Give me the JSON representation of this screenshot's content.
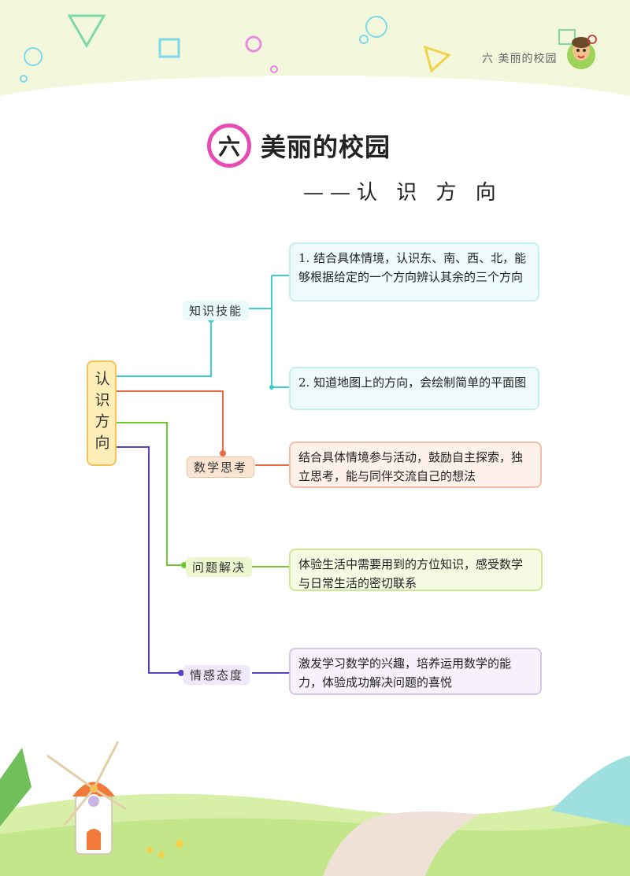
{
  "header": {
    "chapter_label": "六  美丽的校园"
  },
  "title": {
    "number": "六",
    "text": "美丽的校园",
    "subtitle": "——认 识 方 向"
  },
  "mindmap": {
    "root": "认识方向",
    "branches": [
      {
        "label": "知识技能",
        "color": "#3ecfcf",
        "items": [
          "1. 结合具体情境，认识东、南、西、北，能够根据给定的一个方向辨认其余的三个方向",
          "2. 知道地图上的方向，会绘制简单的平面图"
        ]
      },
      {
        "label": "数学思考",
        "color": "#e86b45",
        "items": [
          "结合具体情境参与活动，鼓励自主探索，独立思考，能与同伴交流自己的想法"
        ]
      },
      {
        "label": "问题解决",
        "color": "#6ccc2c",
        "items": [
          "体验生活中需要用到的方位知识，感受数学与日常生活的密切联系"
        ]
      },
      {
        "label": "情感态度",
        "color": "#5a3fc4",
        "items": [
          "激发学习数学的兴趣，培养运用数学的能力，体验成功解决问题的喜悦"
        ]
      }
    ]
  }
}
